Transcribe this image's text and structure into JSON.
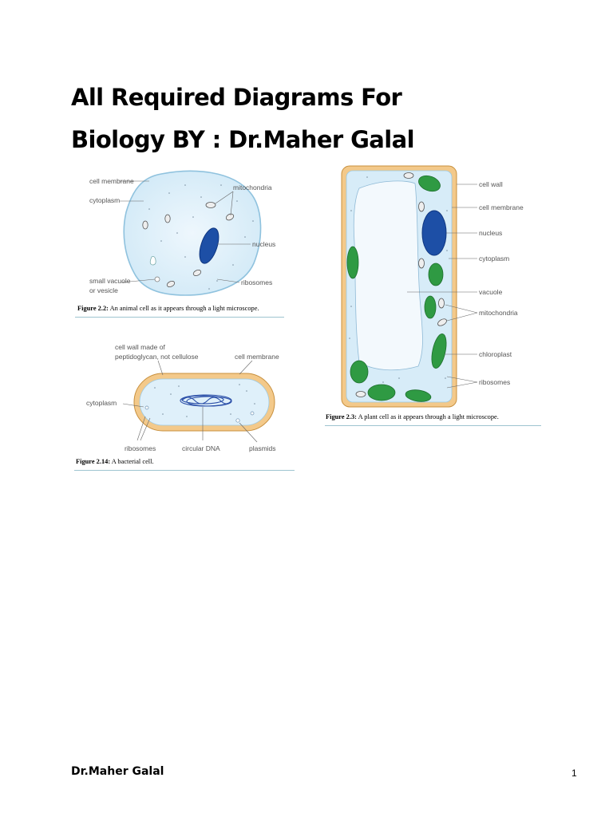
{
  "title": {
    "line1": "All Required Diagrams For",
    "line2": "Biology BY : Dr.Maher Galal"
  },
  "animal_cell": {
    "labels": {
      "cell_membrane": "cell membrane",
      "cytoplasm": "cytoplasm",
      "mitochondria": "mitochondria",
      "nucleus": "nucleus",
      "small_vacuole_1": "small vacuole",
      "small_vacuole_2": "or vesicle",
      "ribosomes": "ribosomes"
    },
    "caption_bold": "Figure 2.2:",
    "caption_text": " An animal cell as it appears through a light microscope."
  },
  "bacterial_cell": {
    "labels": {
      "cell_wall_1": "cell wall made of",
      "cell_wall_2": "peptidoglycan, not cellulose",
      "cell_membrane": "cell membrane",
      "cytoplasm": "cytoplasm",
      "ribosomes": "ribosomes",
      "circular_dna": "circular DNA",
      "plasmids": "plasmids"
    },
    "caption_bold": "Figure 2.14:",
    "caption_text": " A bacterial cell."
  },
  "plant_cell": {
    "labels": {
      "cell_wall": "cell wall",
      "cell_membrane": "cell membrane",
      "nucleus": "nucleus",
      "cytoplasm": "cytoplasm",
      "vacuole": "vacuole",
      "mitochondria": "mitochondria",
      "chloroplast": "chloroplast",
      "ribosomes": "ribosomes"
    },
    "caption_bold": "Figure 2.3:",
    "caption_text": " A plant cell as it appears through a light microscope."
  },
  "footer": {
    "author": "Dr.Maher Galal",
    "page_number": "1"
  }
}
